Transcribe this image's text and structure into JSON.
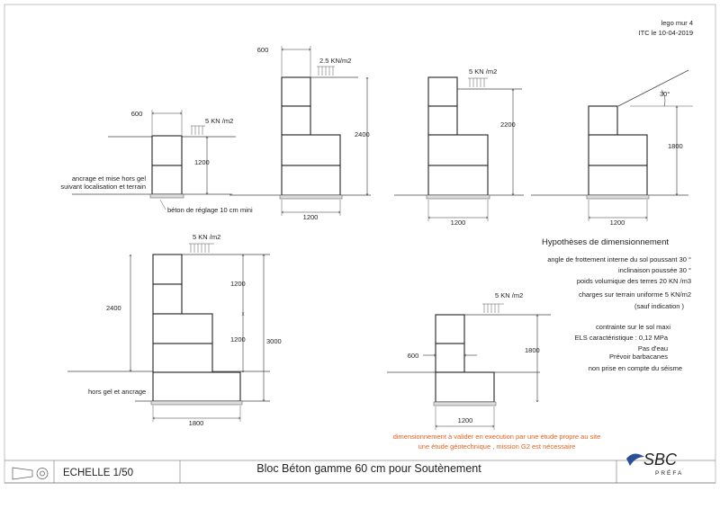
{
  "header": {
    "ref": "lego mur 4",
    "date": "ITC le 10-04-2019"
  },
  "diagrams": {
    "d1": {
      "width_top": "600",
      "load": "5 KN /m2",
      "height": "1200",
      "note_line1": "ancrage et mise hors gel",
      "note_line2": "suivant localisation et terrain",
      "beton": "béton de réglage 10 cm mini"
    },
    "d2": {
      "width_top": "600",
      "load": "2.5 KN/m2",
      "height": "2400",
      "width_base": "1200"
    },
    "d3": {
      "load": "5 KN /m2",
      "height": "2200",
      "width_base": "1200"
    },
    "d4": {
      "angle": "30°",
      "height": "1800",
      "width_base": "1200"
    },
    "d5": {
      "load": "5 KN /m2",
      "height_left": "2400",
      "step_upper": "1200",
      "step_lower": "1200",
      "height_total": "3000",
      "note": "hors gel et ancrage",
      "width_base": "1800"
    },
    "d6": {
      "load": "5 KN /m2",
      "width_top": "600",
      "height": "1800",
      "width_base": "1200"
    }
  },
  "hypotheses": {
    "title": "Hypothèses de dimensionnement",
    "lines": [
      "angle de frottement interne du sol poussant 30 °",
      "inclinaison poussée 30 °",
      "poids volumique des terres 20 KN /m3",
      "charges sur terrain uniforme  5 KN/m2",
      "(sauf indication )"
    ],
    "lines2": [
      "contrainte sur le sol  maxi",
      "ELS caractéristique : 0,12 MPa",
      "Pas d'eau",
      "Prévoir barbacanes",
      "non prise en compte du séisme"
    ]
  },
  "warning": {
    "line1": "dimensionnement à valider en execution par une étude propre au site",
    "line2": "une étude géotechnique , mission G2 est nécessaire",
    "color": "#e8601c"
  },
  "footer": {
    "scale": "ECHELLE 1/50",
    "title": "Bloc Béton gamme 60 cm pour Soutènement",
    "logo_text": "SBC",
    "logo_sub": "PRÉFA",
    "logo_color": "#2a4f9a"
  }
}
